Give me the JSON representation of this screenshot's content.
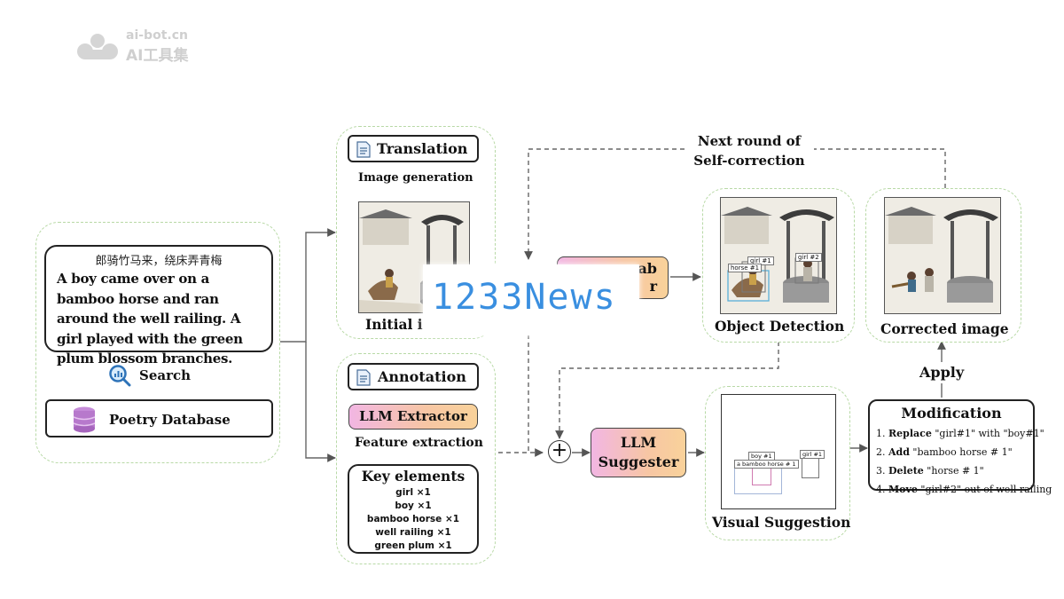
{
  "watermark": {
    "domain": "ai-bot.cn",
    "brand": "AI工具集"
  },
  "overlay": {
    "text": "1233News"
  },
  "input": {
    "chinese_poem": "郎骑竹马来，绕床弄青梅",
    "english_text": "A boy came over on a bamboo horse and ran around the well railing. A girl played with the green plum blossom branches.",
    "search_label": "Search",
    "database_label": "Poetry Database"
  },
  "generation": {
    "translation_label": "Translation",
    "image_generation_label": "Image generation",
    "initial_image_label": "Initial in"
  },
  "annotation": {
    "annotation_label": "Annotation",
    "extractor_label": "LLM Extractor",
    "feature_extraction_label": "Feature extraction",
    "key_elements_title": "Key elements",
    "key_elements": [
      "girl ×1",
      "boy ×1",
      "bamboo horse ×1",
      "well railing ×1",
      "green plum ×1"
    ]
  },
  "detection": {
    "partial_tool_label_line1": "ab",
    "partial_tool_label_line2": "r",
    "object_detection_label": "Object Detection",
    "boxes": [
      "girl #1",
      "horse #1",
      "girl #2"
    ]
  },
  "loop": {
    "next_round_line1": "Next round of",
    "next_round_line2": "Self-correction"
  },
  "suggester": {
    "label_line1": "LLM",
    "label_line2": "Suggester",
    "plus_symbol": "+",
    "visual_suggestion_label": "Visual Suggestion",
    "boxes": [
      "boy #1",
      "a bamboo horse # 1",
      "girl #1"
    ]
  },
  "modification": {
    "title": "Modification",
    "items": [
      {
        "num": "1.",
        "verb": "Replace",
        "text": "\"girl#1\" with \"boy#1\""
      },
      {
        "num": "2.",
        "verb": "Add",
        "text": "\"bamboo horse # 1\""
      },
      {
        "num": "3.",
        "verb": "Delete",
        "text": "\"horse # 1\""
      },
      {
        "num": "4.",
        "verb": "Move",
        "text": "\"girl#2\" out of well railing"
      }
    ],
    "apply_label": "Apply"
  },
  "corrected": {
    "label": "Corrected image"
  },
  "colors": {
    "dashed_border": "#b8d9a6",
    "gradient_start": "#f2b6e3",
    "gradient_end": "#f9d29a",
    "overlay_text": "#3a8fe0"
  }
}
